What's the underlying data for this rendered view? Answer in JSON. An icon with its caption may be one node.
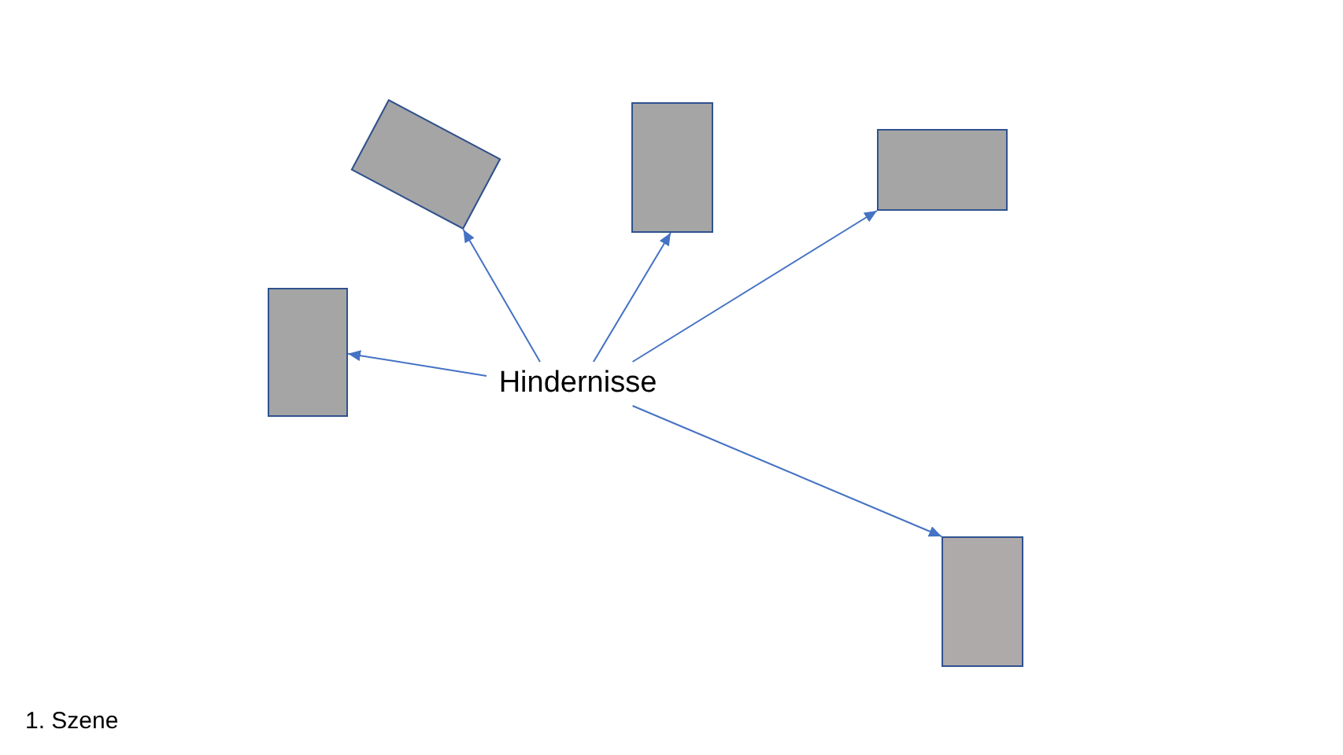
{
  "diagram": {
    "nodes": [
      {
        "text": [
          "Hindernisse"
        ]
      },
      {
        "text": [],
        "shape": "box"
      },
      {
        "text": [],
        "shape": "box"
      },
      {
        "text": [],
        "shape": "box"
      },
      {
        "text": [],
        "shape": "box"
      },
      {
        "text": [],
        "shape": "box"
      }
    ],
    "edges": [
      {
        "from": 0,
        "to": 1,
        "arrow": "to"
      },
      {
        "from": 0,
        "to": 2,
        "arrow": "to"
      },
      {
        "from": 0,
        "to": 3,
        "arrow": "to"
      },
      {
        "from": 0,
        "to": 4,
        "arrow": "to"
      },
      {
        "from": 0,
        "to": 5,
        "arrow": "to"
      }
    ],
    "labels": [
      "1. Szene"
    ]
  }
}
